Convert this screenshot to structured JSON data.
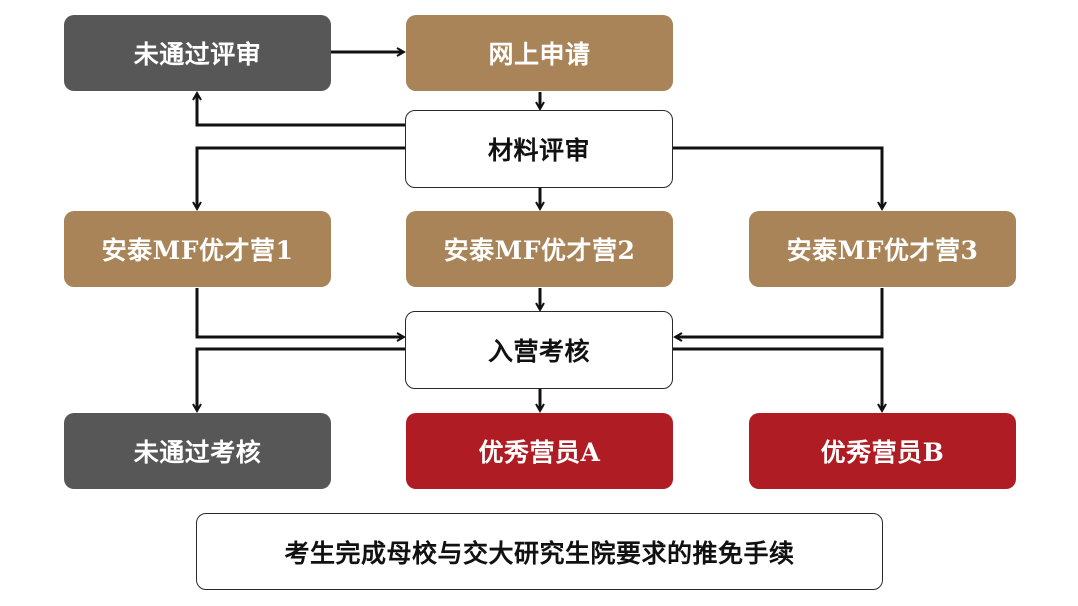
{
  "nodes": {
    "not_passed_review": "未通过评审",
    "online_application": "网上申请",
    "material_review": "材料评审",
    "camp_1": "安泰MF优才营1",
    "camp_2": "安泰MF优才营2",
    "camp_3": "安泰MF优才营3",
    "entry_assessment": "入营考核",
    "not_passed_assessment": "未通过考核",
    "excellent_a": "优秀营员A",
    "excellent_b": "优秀营员B",
    "final_step": "考生完成母校与交大研究生院要求的推免手续"
  },
  "colors": {
    "gray": "#575757",
    "gold": "#a88458",
    "red": "#b01c24",
    "line": "#111111"
  }
}
